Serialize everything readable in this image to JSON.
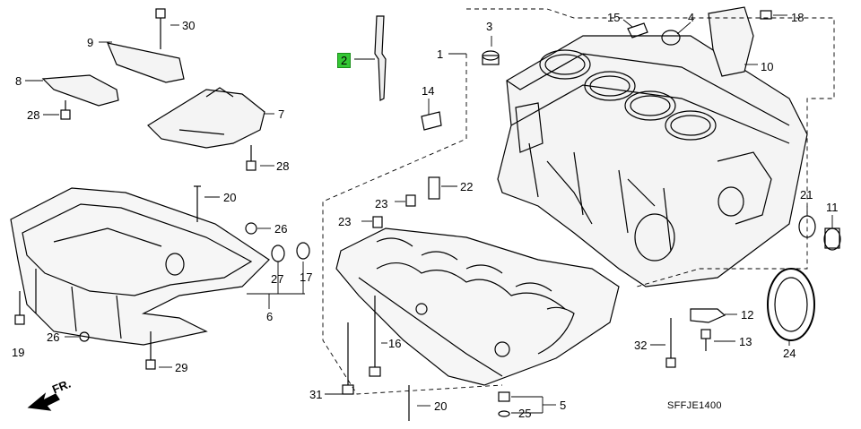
{
  "diagram": {
    "figure_code": "SFFJE1400",
    "direction_label": "FR.",
    "highlighted_part": "2",
    "labels": [
      {
        "id": "30",
        "text": "30"
      },
      {
        "id": "9",
        "text": "9"
      },
      {
        "id": "8",
        "text": "8"
      },
      {
        "id": "28a",
        "text": "28"
      },
      {
        "id": "7",
        "text": "7"
      },
      {
        "id": "28b",
        "text": "28"
      },
      {
        "id": "20a",
        "text": "20"
      },
      {
        "id": "26a",
        "text": "26"
      },
      {
        "id": "27",
        "text": "27"
      },
      {
        "id": "17",
        "text": "17"
      },
      {
        "id": "6",
        "text": "6"
      },
      {
        "id": "19",
        "text": "19"
      },
      {
        "id": "26b",
        "text": "26"
      },
      {
        "id": "29",
        "text": "29"
      },
      {
        "id": "2",
        "text": "2"
      },
      {
        "id": "1",
        "text": "1"
      },
      {
        "id": "3",
        "text": "3"
      },
      {
        "id": "15",
        "text": "15"
      },
      {
        "id": "4",
        "text": "4"
      },
      {
        "id": "18",
        "text": "18"
      },
      {
        "id": "10",
        "text": "10"
      },
      {
        "id": "14",
        "text": "14"
      },
      {
        "id": "23a",
        "text": "23"
      },
      {
        "id": "22",
        "text": "22"
      },
      {
        "id": "23b",
        "text": "23"
      },
      {
        "id": "21",
        "text": "21"
      },
      {
        "id": "11",
        "text": "11"
      },
      {
        "id": "16",
        "text": "16"
      },
      {
        "id": "31",
        "text": "31"
      },
      {
        "id": "20b",
        "text": "20"
      },
      {
        "id": "5",
        "text": "5"
      },
      {
        "id": "25",
        "text": "25"
      },
      {
        "id": "32",
        "text": "32"
      },
      {
        "id": "12",
        "text": "12"
      },
      {
        "id": "13",
        "text": "13"
      },
      {
        "id": "24",
        "text": "24"
      }
    ]
  },
  "colors": {
    "highlight": "#34c734",
    "line": "#000000"
  }
}
